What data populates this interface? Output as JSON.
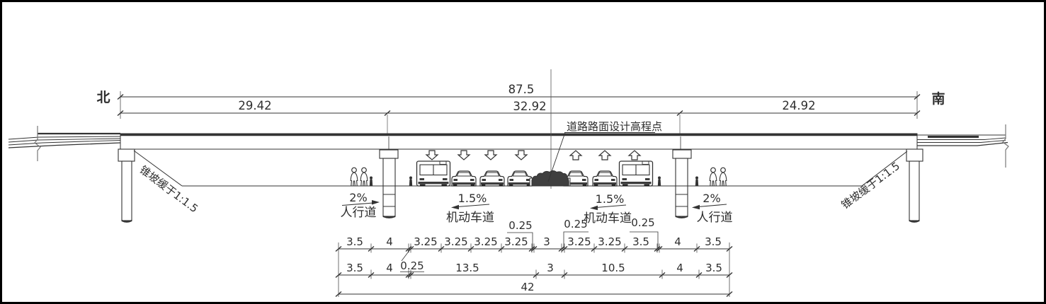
{
  "compass": {
    "north": "北",
    "south": "南"
  },
  "dims_top": {
    "total": "87.5",
    "spans": [
      "29.42",
      "32.92",
      "24.92"
    ]
  },
  "notes": {
    "elevation_point": "道路路面设计高程点",
    "cone_slope_left": "锥坡缓于1:1.5",
    "cone_slope_right": "锥坡缓于1:1.5"
  },
  "roads": {
    "left_sidewalk": {
      "slope": "2%",
      "label": "人行道"
    },
    "left_carriageway": {
      "slope": "1.5%",
      "label": "机动车道"
    },
    "right_carriageway": {
      "slope": "1.5%",
      "label": "机动车道"
    },
    "right_sidewalk": {
      "slope": "2%",
      "label": "人行道"
    }
  },
  "dims_bottom": {
    "row1": [
      "3.5",
      "4",
      "3.25",
      "3.25",
      "3.25",
      "3.25",
      "3",
      "3.25",
      "3.25",
      "3.5",
      "4",
      "3.5"
    ],
    "row1_small": [
      "0.25",
      "0.25",
      "0.25"
    ],
    "row2": [
      "3.5",
      "4",
      "13.5",
      "3",
      "10.5",
      "4",
      "3.5"
    ],
    "row2_small": "0.25",
    "total": "42"
  },
  "colors": {
    "line": "#333333",
    "dark_fill": "#3d3d3d",
    "background": "#ffffff"
  }
}
